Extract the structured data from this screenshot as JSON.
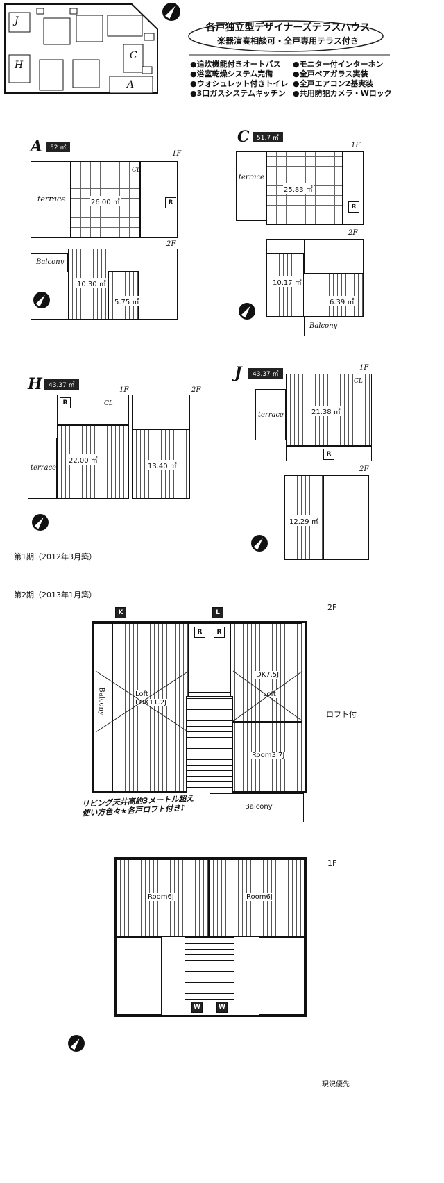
{
  "site_map": {
    "units": [
      "J",
      "H",
      "C",
      "A"
    ]
  },
  "header": {
    "title": "各戸独立型デザイナーズテラスハウス",
    "subtitle": "楽器演奏相談可・全戸専用テラス付き",
    "features_left": [
      "●追炊機能付きオートバス",
      "●浴室乾燥システム完備",
      "●ウォシュレット付きトイレ",
      "●3口ガスシステムキッチン"
    ],
    "features_right": [
      "●モニター付インターホン",
      "●全戸ペアガラス実装",
      "●全戸エアコン2基実装",
      "●共用防犯カメラ・Wロック"
    ]
  },
  "phase1": {
    "label": "第1期（2012年3月築）",
    "units": {
      "A": {
        "name": "A",
        "area": "52 ㎡",
        "f1": "1F",
        "f2": "2F",
        "terrace": "terrace",
        "ldk": "26.00 ㎡",
        "balcony": "Balcony",
        "room1": "10.30 ㎡",
        "room2": "5.75 ㎡",
        "cl": "CL",
        "r": "R"
      },
      "C": {
        "name": "C",
        "area": "51.7 ㎡",
        "f1": "1F",
        "f2": "2F",
        "terrace": "terrace",
        "ldk": "25.83 ㎡",
        "balcony": "Balcony",
        "room1": "10.17 ㎡",
        "room2": "6.39 ㎡",
        "r": "R"
      },
      "H": {
        "name": "H",
        "area": "43.37 ㎡",
        "f1": "1F",
        "f2": "2F",
        "terrace": "terrace",
        "ldk": "22.00 ㎡",
        "room1": "13.40 ㎡",
        "cl": "CL",
        "r": "R"
      },
      "J": {
        "name": "J",
        "area": "43.37 ㎡",
        "f1": "1F",
        "f2": "2F",
        "terrace": "terrace",
        "ldk": "21.38 ㎡",
        "room1": "12.29 ㎡",
        "cl": "CL",
        "r": "R"
      }
    }
  },
  "phase2": {
    "label": "第2期（2013年1月築）",
    "floor2": "2F",
    "floor1": "1F",
    "unit_k": "K",
    "unit_l": "L",
    "loft_note": "ロフト付",
    "ldk": "LDK11.2J",
    "dk": "DK7.5J",
    "loft": "Loft",
    "room": "Room3.7J",
    "balcony": "Balcony",
    "balcony2": "Balcony",
    "r": "R",
    "w": "W",
    "room6a": "Room6J",
    "room6b": "Room6J",
    "callout": "リビング天井高約3メートル超え\n使い方色々★各戸ロフト付き♪",
    "footer": "現況優先"
  }
}
